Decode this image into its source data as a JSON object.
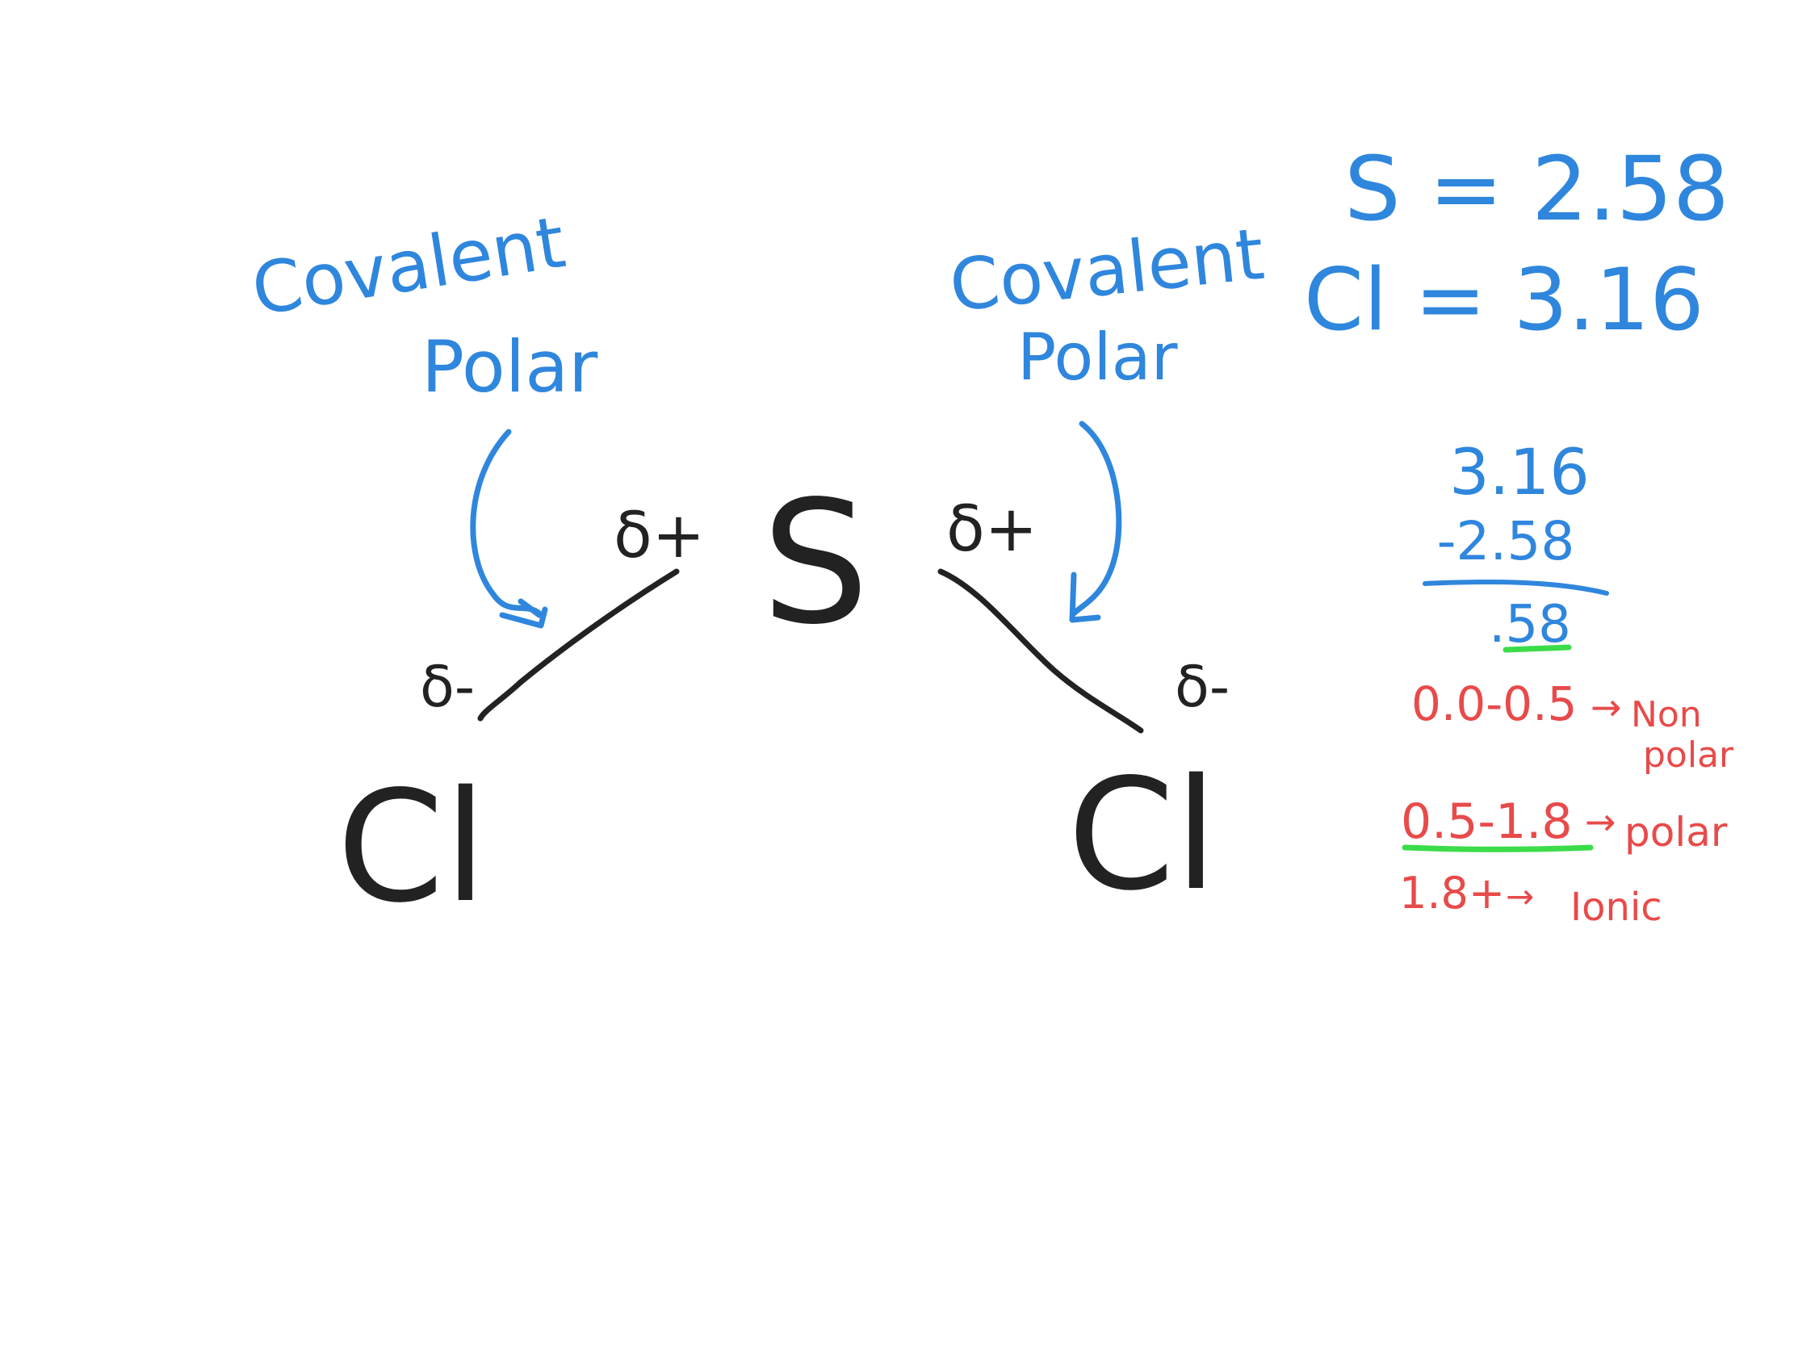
{
  "diagram": {
    "center_atom": "S",
    "left_atom": "Cl",
    "right_atom": "Cl",
    "left_bond": {
      "label_line1": "Covalent",
      "label_line2": "Polar",
      "partial_near_s": "δ+",
      "partial_near_cl": "δ-"
    },
    "right_bond": {
      "label_line1": "Covalent",
      "label_line2": "Polar",
      "partial_near_s": "δ+",
      "partial_near_cl": "δ-"
    }
  },
  "electronegativity": {
    "s_value": "S = 2.58",
    "cl_value": "Cl = 3.16"
  },
  "subtraction": {
    "minuend": "3.16",
    "subtrahend": "-2.58",
    "result": ".58"
  },
  "legend": {
    "nonpolar_range": "0.0-0.5",
    "nonpolar_label_1": "Non",
    "nonpolar_label_2": "polar",
    "polar_range": "0.5-1.8",
    "polar_label": "polar",
    "ionic_range": "1.8+",
    "ionic_label": "Ionic",
    "arrow": "→"
  },
  "colors": {
    "blue": "#2f86dd",
    "red": "#e84a4a",
    "green": "#3bdc4a",
    "black": "#222222"
  }
}
